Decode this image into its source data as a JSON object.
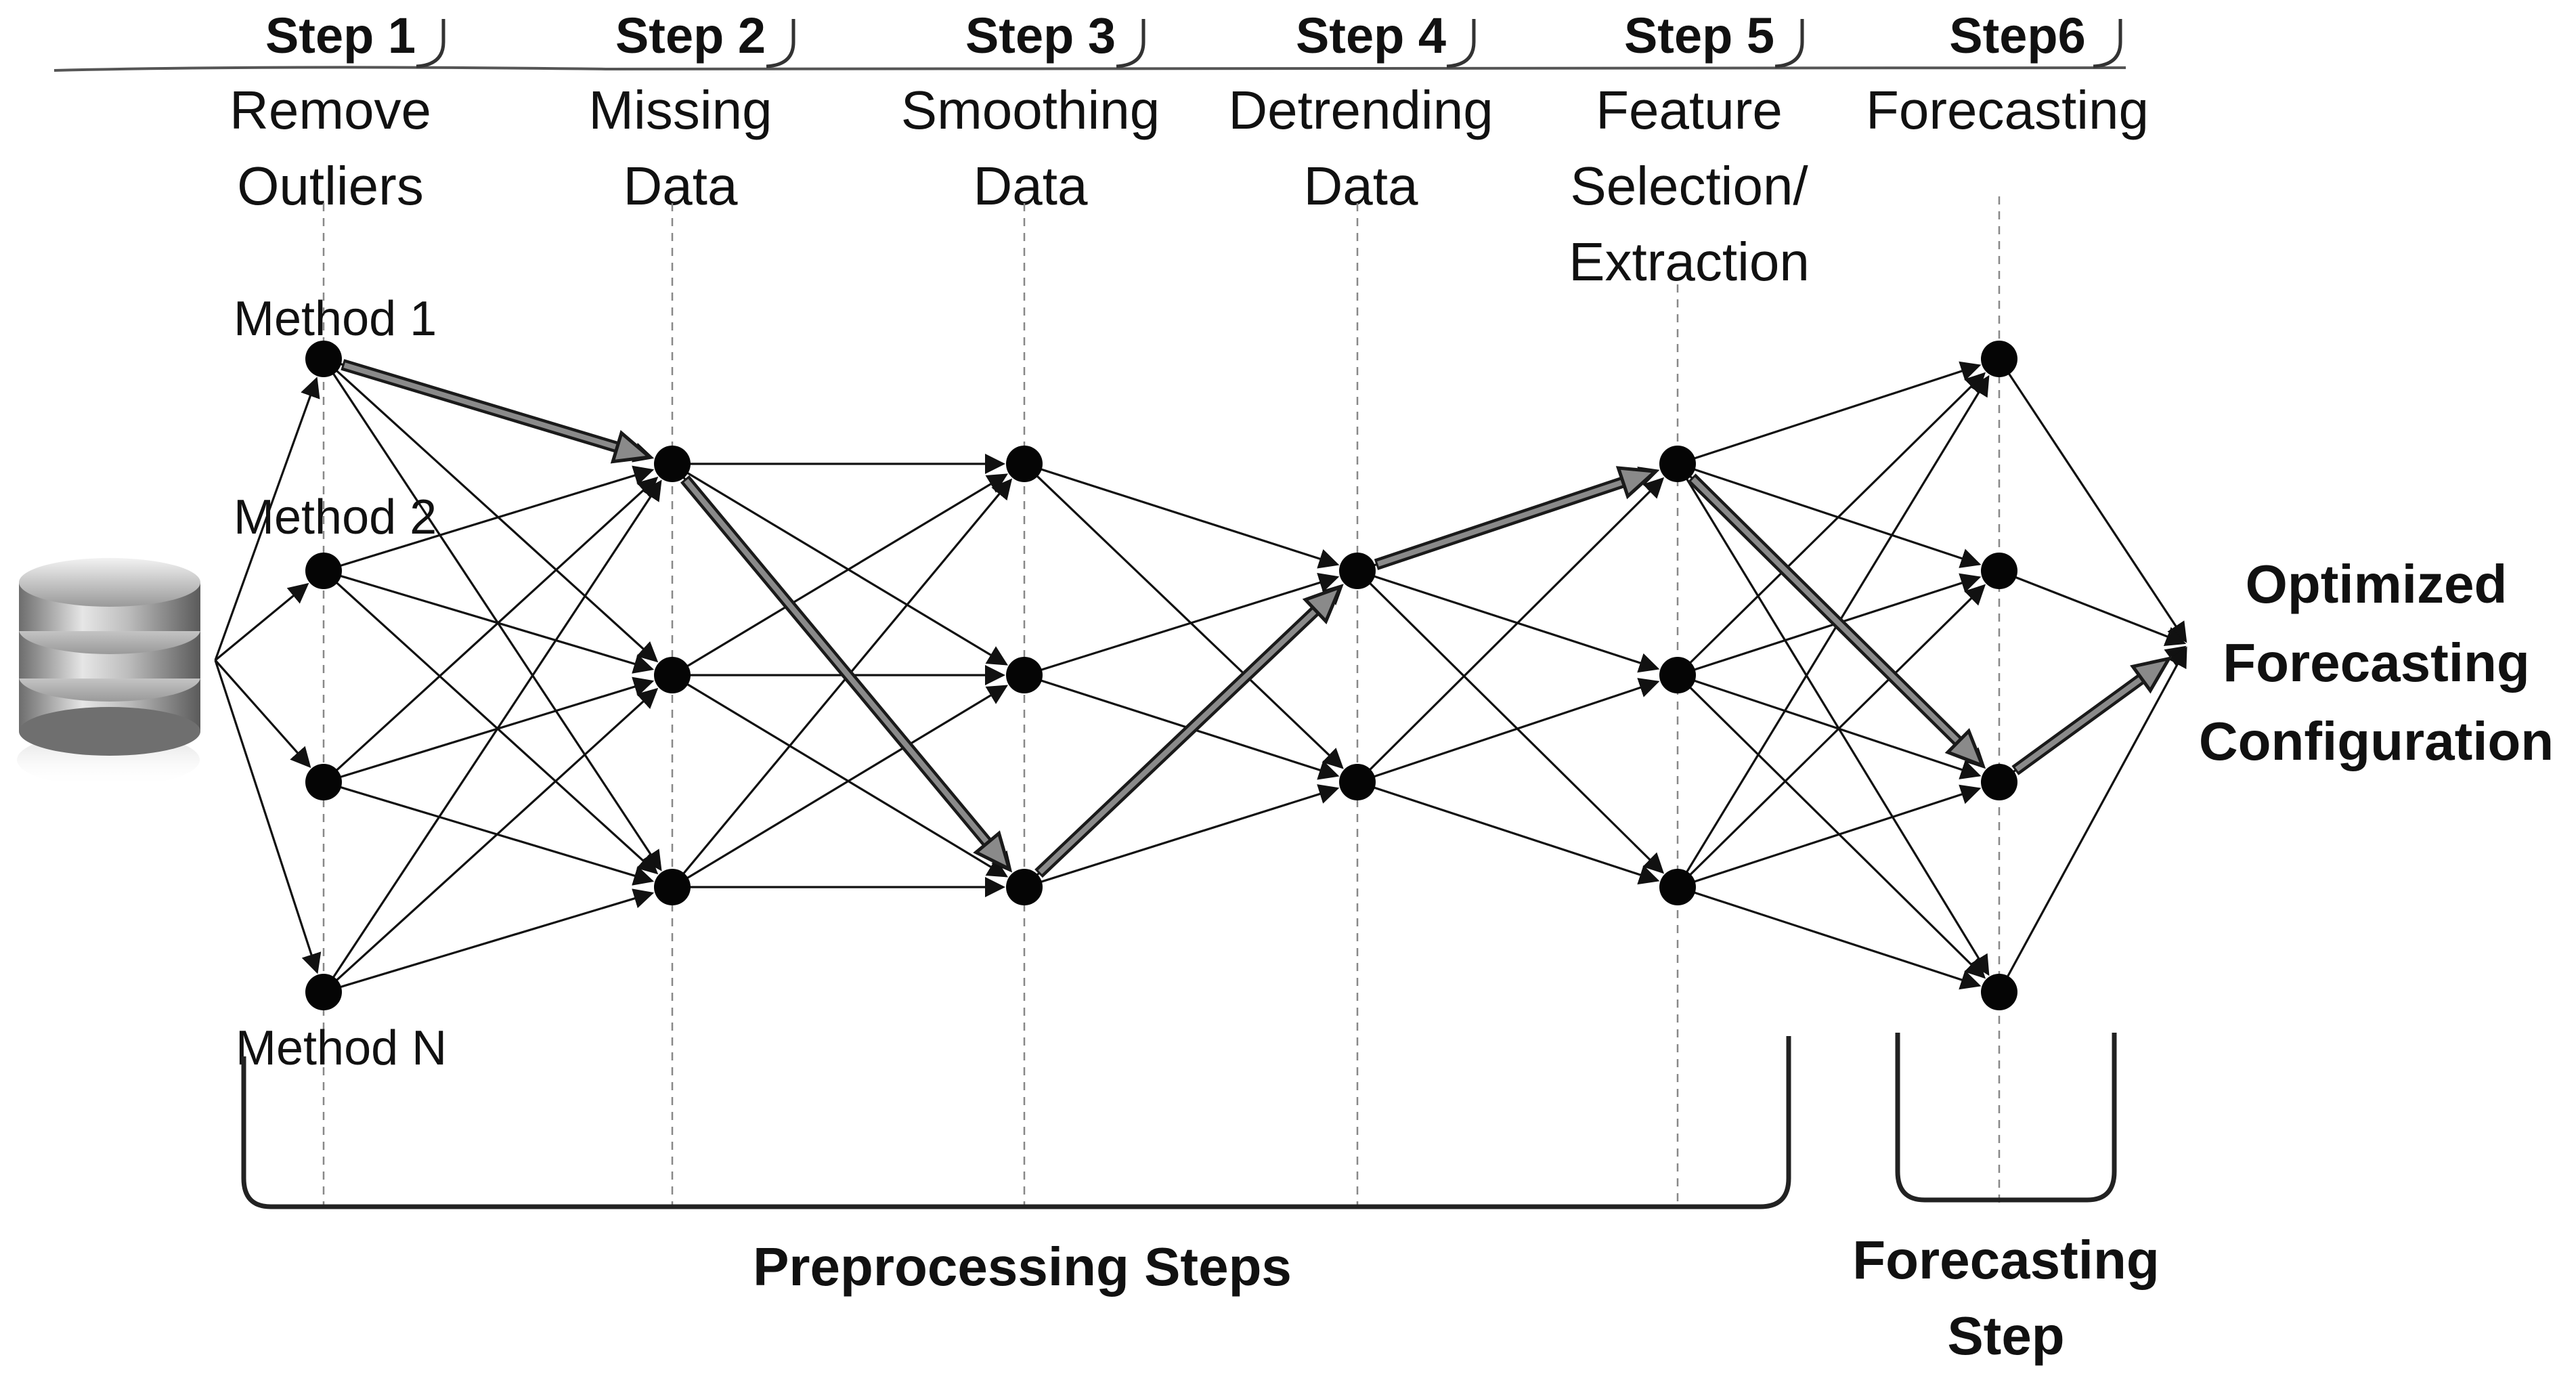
{
  "steps": [
    {
      "title": "Step 1",
      "lines": [
        "Remove",
        "Outliers"
      ]
    },
    {
      "title": "Step 2",
      "lines": [
        "Missing",
        "Data"
      ]
    },
    {
      "title": "Step 3",
      "lines": [
        "Smoothing",
        "Data"
      ]
    },
    {
      "title": "Step 4",
      "lines": [
        "Detrending",
        "Data"
      ]
    },
    {
      "title": "Step 5",
      "lines": [
        "Feature",
        "Selection/",
        "Extraction"
      ]
    },
    {
      "title": "Step6",
      "lines": [
        "Forecasting"
      ]
    }
  ],
  "method_labels": [
    "Method 1",
    "Method 2",
    "Method N"
  ],
  "layers": [
    4,
    3,
    3,
    2,
    3,
    4
  ],
  "highlighted_path": [
    0,
    0,
    2,
    0,
    0,
    2
  ],
  "bottom_labels": {
    "preprocessing": "Preprocessing Steps",
    "forecasting_line1": "Forecasting",
    "forecasting_line2": "Step"
  },
  "output_label": [
    "Optimized",
    "Forecasting",
    "Configuration"
  ],
  "icons": {
    "source": "database-icon"
  },
  "colors": {
    "highlight": "#8a8a8a",
    "edge": "#111111",
    "node": "#050505"
  }
}
